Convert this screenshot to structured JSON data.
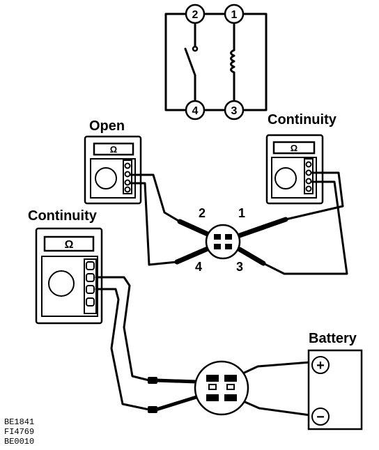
{
  "schematic": {
    "terminals": [
      "2",
      "1",
      "4",
      "3"
    ]
  },
  "meters": {
    "open_label": "Open",
    "continuity_right_label": "Continuity",
    "continuity_left_label": "Continuity",
    "ohm_symbol": "Ω"
  },
  "connector": {
    "pins": [
      "2",
      "1",
      "4",
      "3"
    ]
  },
  "battery": {
    "label": "Battery",
    "plus": "+",
    "minus": "−"
  },
  "codes": [
    "BE1841",
    "FI4769",
    "BE0010"
  ]
}
